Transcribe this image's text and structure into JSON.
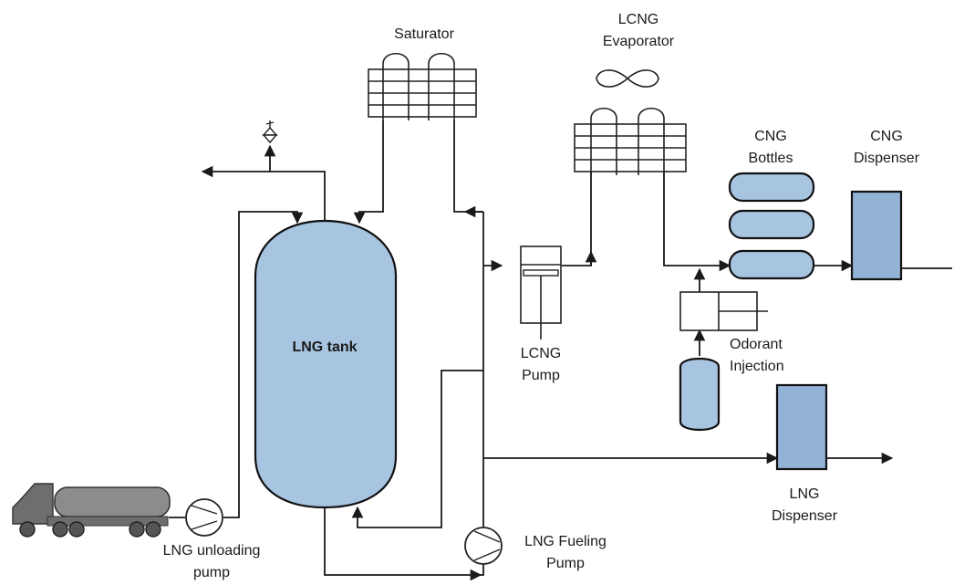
{
  "labels": {
    "saturator": "Saturator",
    "lcng_evaporator_line1": "LCNG",
    "lcng_evaporator_line2": "Evaporator",
    "cng_bottles_line1": "CNG",
    "cng_bottles_line2": "Bottles",
    "cng_dispenser_line1": "CNG",
    "cng_dispenser_line2": "Dispenser",
    "lng_tank": "LNG tank",
    "lcng_pump_line1": "LCNG",
    "lcng_pump_line2": "Pump",
    "odorant_line1": "Odorant",
    "odorant_line2": "Injection",
    "lng_dispenser_line1": "LNG",
    "lng_dispenser_line2": "Dispenser",
    "lng_fueling_pump_line1": "LNG Fueling",
    "lng_fueling_pump_line2": "Pump",
    "lng_unloading_pump_line1": "LNG unloading",
    "lng_unloading_pump_line2": "pump"
  },
  "colors": {
    "vessel_fill": "#a7c4e1",
    "dispenser_fill": "#93b3d6",
    "line": "#1a1a1a",
    "truck_tank": "#8c8c8c",
    "truck_cab": "#6e6e6e"
  },
  "icons": [
    "truck-icon",
    "fan-icon",
    "relief-valve-icon",
    "pump-icon",
    "piston-pump-icon",
    "heat-exchanger-icon"
  ]
}
